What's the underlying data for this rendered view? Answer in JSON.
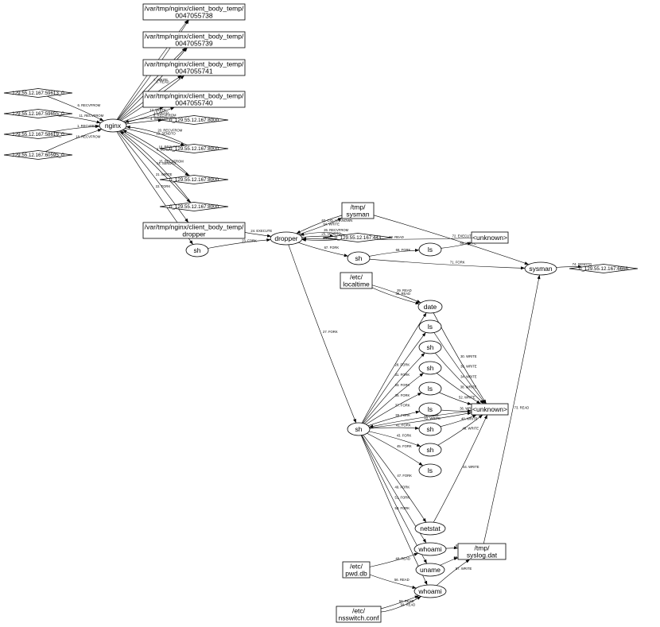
{
  "nodes": [
    {
      "id": "f738",
      "shape": "box",
      "lines": [
        "/var/tmp/nginx/client_body_temp/",
        "0047055738"
      ]
    },
    {
      "id": "f739",
      "shape": "box",
      "lines": [
        "/var/tmp/nginx/client_body_temp/",
        "0047055739"
      ]
    },
    {
      "id": "f741",
      "shape": "box",
      "lines": [
        "/var/tmp/nginx/client_body_temp/",
        "0047055741"
      ]
    },
    {
      "id": "f740",
      "shape": "box",
      "lines": [
        "/var/tmp/nginx/client_body_temp/",
        "0047055740"
      ]
    },
    {
      "id": "s59613",
      "shape": "diamond",
      "lines": [
        "129.55.12.167:59613_0"
      ]
    },
    {
      "id": "s59655",
      "shape": "diamond",
      "lines": [
        "129.55.12.167:59655_0"
      ]
    },
    {
      "id": "s58619",
      "shape": "diamond",
      "lines": [
        "129.55.12.167:58619_0"
      ]
    },
    {
      "id": "s60595",
      "shape": "diamond",
      "lines": [
        "129.55.12.167:60595_0"
      ]
    },
    {
      "id": "nginx",
      "shape": "ellipse",
      "lines": [
        "nginx"
      ]
    },
    {
      "id": "d8000a",
      "shape": "diamond",
      "lines": [
        "0_129.55.12.167:8000"
      ]
    },
    {
      "id": "d8000b",
      "shape": "diamond",
      "lines": [
        "0_129.55.12.167:8000"
      ]
    },
    {
      "id": "d8000c",
      "shape": "diamond",
      "lines": [
        "0_129.55.12.167:8000"
      ]
    },
    {
      "id": "d8000d",
      "shape": "diamond",
      "lines": [
        "0_129.55.12.167:8000"
      ]
    },
    {
      "id": "fdropper",
      "shape": "box",
      "lines": [
        "/var/tmp/nginx/client_body_temp/",
        "dropper"
      ]
    },
    {
      "id": "sh1",
      "shape": "ellipse",
      "lines": [
        "sh"
      ]
    },
    {
      "id": "dropper",
      "shape": "ellipse",
      "lines": [
        "dropper"
      ]
    },
    {
      "id": "tmpsysman",
      "shape": "box",
      "lines": [
        "/tmp/",
        "sysman"
      ]
    },
    {
      "id": "d443",
      "shape": "diamond",
      "lines": [
        "0_129.55.12.167:443"
      ]
    },
    {
      "id": "unk1",
      "shape": "box",
      "lines": [
        "<unknown>"
      ]
    },
    {
      "id": "ls1",
      "shape": "ellipse",
      "lines": [
        "ls"
      ]
    },
    {
      "id": "sh2",
      "shape": "ellipse",
      "lines": [
        "sh"
      ]
    },
    {
      "id": "sysman",
      "shape": "ellipse",
      "lines": [
        "sysman"
      ]
    },
    {
      "id": "d6666",
      "shape": "diamond",
      "lines": [
        "0_129.55.12.167:6666"
      ]
    },
    {
      "id": "localtime",
      "shape": "box",
      "lines": [
        "/etc/",
        "localtime"
      ]
    },
    {
      "id": "date",
      "shape": "ellipse",
      "lines": [
        "date"
      ]
    },
    {
      "id": "ls2",
      "shape": "ellipse",
      "lines": [
        "ls"
      ]
    },
    {
      "id": "sh3",
      "shape": "ellipse",
      "lines": [
        "sh"
      ]
    },
    {
      "id": "sh4",
      "shape": "ellipse",
      "lines": [
        "sh"
      ]
    },
    {
      "id": "ls3",
      "shape": "ellipse",
      "lines": [
        "ls"
      ]
    },
    {
      "id": "ls4",
      "shape": "ellipse",
      "lines": [
        "ls"
      ]
    },
    {
      "id": "unk2",
      "shape": "box",
      "lines": [
        "<unknown>"
      ]
    },
    {
      "id": "shmain",
      "shape": "ellipse",
      "lines": [
        "sh"
      ]
    },
    {
      "id": "sh5",
      "shape": "ellipse",
      "lines": [
        "sh"
      ]
    },
    {
      "id": "sh6",
      "shape": "ellipse",
      "lines": [
        "sh"
      ]
    },
    {
      "id": "ls5",
      "shape": "ellipse",
      "lines": [
        "ls"
      ]
    },
    {
      "id": "netstat",
      "shape": "ellipse",
      "lines": [
        "netstat"
      ]
    },
    {
      "id": "whoami1",
      "shape": "ellipse",
      "lines": [
        "whoami"
      ]
    },
    {
      "id": "syslog",
      "shape": "box",
      "lines": [
        "/tmp/",
        "syslog.dat"
      ]
    },
    {
      "id": "pwddb",
      "shape": "box",
      "lines": [
        "/etc/",
        "pwd.db"
      ]
    },
    {
      "id": "uname",
      "shape": "ellipse",
      "lines": [
        "uname"
      ]
    },
    {
      "id": "whoami2",
      "shape": "ellipse",
      "lines": [
        "whoami"
      ]
    },
    {
      "id": "nsswitch",
      "shape": "box",
      "lines": [
        "/etc/",
        "nsswitch.conf"
      ]
    }
  ],
  "edges": [
    {
      "from": "nginx",
      "to": "f738",
      "label": "2. WRITE"
    },
    {
      "from": "nginx",
      "to": "f738",
      "label": "3. READ"
    },
    {
      "from": "nginx",
      "to": "f739",
      "label": "7. WRITE"
    },
    {
      "from": "nginx",
      "to": "f739",
      "label": "8. READ"
    },
    {
      "from": "nginx",
      "to": "f741",
      "label": "17. WRITE"
    },
    {
      "from": "nginx",
      "to": "f741",
      "label": "18. READ"
    },
    {
      "from": "nginx",
      "to": "f740",
      "label": "12. WRITE"
    },
    {
      "from": "nginx",
      "to": "f740",
      "label": "13. READ"
    },
    {
      "from": "s59613",
      "to": "nginx",
      "label": "6. RECVFROM"
    },
    {
      "from": "s59655",
      "to": "nginx",
      "label": "11. RECVFROM"
    },
    {
      "from": "s58619",
      "to": "nginx",
      "label": "1. RECVFROM"
    },
    {
      "from": "s60595",
      "to": "nginx",
      "label": "16. RECVFROM"
    },
    {
      "from": "nginx",
      "to": "d8000a",
      "label": "4. SENDTO"
    },
    {
      "from": "d8000a",
      "to": "nginx",
      "label": "5. RECVFROM"
    },
    {
      "from": "nginx",
      "to": "d8000b",
      "label": "19. SENDTO"
    },
    {
      "from": "d8000b",
      "to": "nginx",
      "label": "20. RECVFROM"
    },
    {
      "from": "nginx",
      "to": "d8000c",
      "label": "9. SENDTO"
    },
    {
      "from": "d8000c",
      "to": "nginx",
      "label": "10. RECVFROM"
    },
    {
      "from": "nginx",
      "to": "d8000d",
      "label": "14. SENDTO"
    },
    {
      "from": "d8000d",
      "to": "nginx",
      "label": "15. RECVFROM"
    },
    {
      "from": "nginx",
      "to": "fdropper",
      "label": "21. WRITE"
    },
    {
      "from": "nginx",
      "to": "sh1",
      "label": "22. FORK"
    },
    {
      "from": "fdropper",
      "to": "dropper",
      "label": "24. EXECUTE"
    },
    {
      "from": "sh1",
      "to": "dropper",
      "label": "23. FORK"
    },
    {
      "from": "dropper",
      "to": "tmpsysman",
      "label": "64. WRITE"
    },
    {
      "from": "tmpsysman",
      "to": "dropper",
      "label": "63. CIO_UNKNOWN"
    },
    {
      "from": "dropper",
      "to": "d443",
      "label": "25. SENDTO"
    },
    {
      "from": "d443",
      "to": "dropper",
      "label": "26. RECVFROM"
    },
    {
      "from": "d443",
      "to": "dropper",
      "label": "65. RECVFROM"
    },
    {
      "from": "dropper",
      "to": "sh2",
      "label": "67. FORK"
    },
    {
      "from": "dropper",
      "to": "shmain",
      "label": "27. FORK"
    },
    {
      "from": "unk1",
      "to": "dropper",
      "label": "32. READ"
    },
    {
      "from": "sh2",
      "to": "ls1",
      "label": "68. FORK"
    },
    {
      "from": "ls1",
      "to": "unk1",
      "label": "69. WRITE"
    },
    {
      "from": "sh2",
      "to": "sysman",
      "label": "71. FORK"
    },
    {
      "from": "tmpsysman",
      "to": "sysman",
      "label": "72. EXECUTE"
    },
    {
      "from": "sysman",
      "to": "d6666",
      "label": "74. SENDTO"
    },
    {
      "from": "syslog",
      "to": "sysman",
      "label": "73. READ"
    },
    {
      "from": "localtime",
      "to": "date",
      "label": "29. READ"
    },
    {
      "from": "localtime",
      "to": "date",
      "label": "30. READ"
    },
    {
      "from": "shmain",
      "to": "date",
      "label": "28. FORK"
    },
    {
      "from": "shmain",
      "to": "ls2",
      "label": "31. FORK"
    },
    {
      "from": "shmain",
      "to": "sh3",
      "label": "33. FORK"
    },
    {
      "from": "shmain",
      "to": "sh4",
      "label": "35. FORK"
    },
    {
      "from": "shmain",
      "to": "ls3",
      "label": "37. FORK"
    },
    {
      "from": "shmain",
      "to": "ls4",
      "label": "39. FORK"
    },
    {
      "from": "shmain",
      "to": "sh5",
      "label": "41. FORK"
    },
    {
      "from": "shmain",
      "to": "sh6",
      "label": "43. FORK"
    },
    {
      "from": "shmain",
      "to": "ls5",
      "label": "45. FORK"
    },
    {
      "from": "shmain",
      "to": "netstat",
      "label": "47. FORK"
    },
    {
      "from": "shmain",
      "to": "whoami1",
      "label": "49. FORK"
    },
    {
      "from": "shmain",
      "to": "uname",
      "label": "51. FORK"
    },
    {
      "from": "shmain",
      "to": "whoami2",
      "label": "53. FORK"
    },
    {
      "from": "date",
      "to": "unk2",
      "label": "30. WRITE"
    },
    {
      "from": "ls2",
      "to": "unk2",
      "label": "36. WRITE"
    },
    {
      "from": "sh3",
      "to": "unk2",
      "label": "34. WRITE"
    },
    {
      "from": "sh4",
      "to": "unk2",
      "label": "38. WRITE"
    },
    {
      "from": "ls3",
      "to": "unk2",
      "label": "52. WRITE"
    },
    {
      "from": "ls4",
      "to": "unk2",
      "label": "36. WRITE"
    },
    {
      "from": "sh5",
      "to": "unk2",
      "label": "40. WRITE"
    },
    {
      "from": "sh6",
      "to": "unk2",
      "label": "48. WRITE"
    },
    {
      "from": "shmain",
      "to": "unk2",
      "label": "42. WRITE"
    },
    {
      "from": "unk2",
      "to": "shmain",
      "label": "31. READ"
    },
    {
      "from": "netstat",
      "to": "unk2",
      "label": "44. WRITE"
    },
    {
      "from": "whoami1",
      "to": "syslog",
      "label": "62. WRITE"
    },
    {
      "from": "uname",
      "to": "syslog",
      "label": "55. WRITE"
    },
    {
      "from": "whoami2",
      "to": "syslog",
      "label": "57. WRITE"
    },
    {
      "from": "pwddb",
      "to": "whoami1",
      "label": "48. READ"
    },
    {
      "from": "pwddb",
      "to": "whoami2",
      "label": "56. READ"
    },
    {
      "from": "nsswitch",
      "to": "whoami2",
      "label": "58. READ"
    },
    {
      "from": "nsswitch",
      "to": "whoami2",
      "label": "59. READ"
    }
  ]
}
